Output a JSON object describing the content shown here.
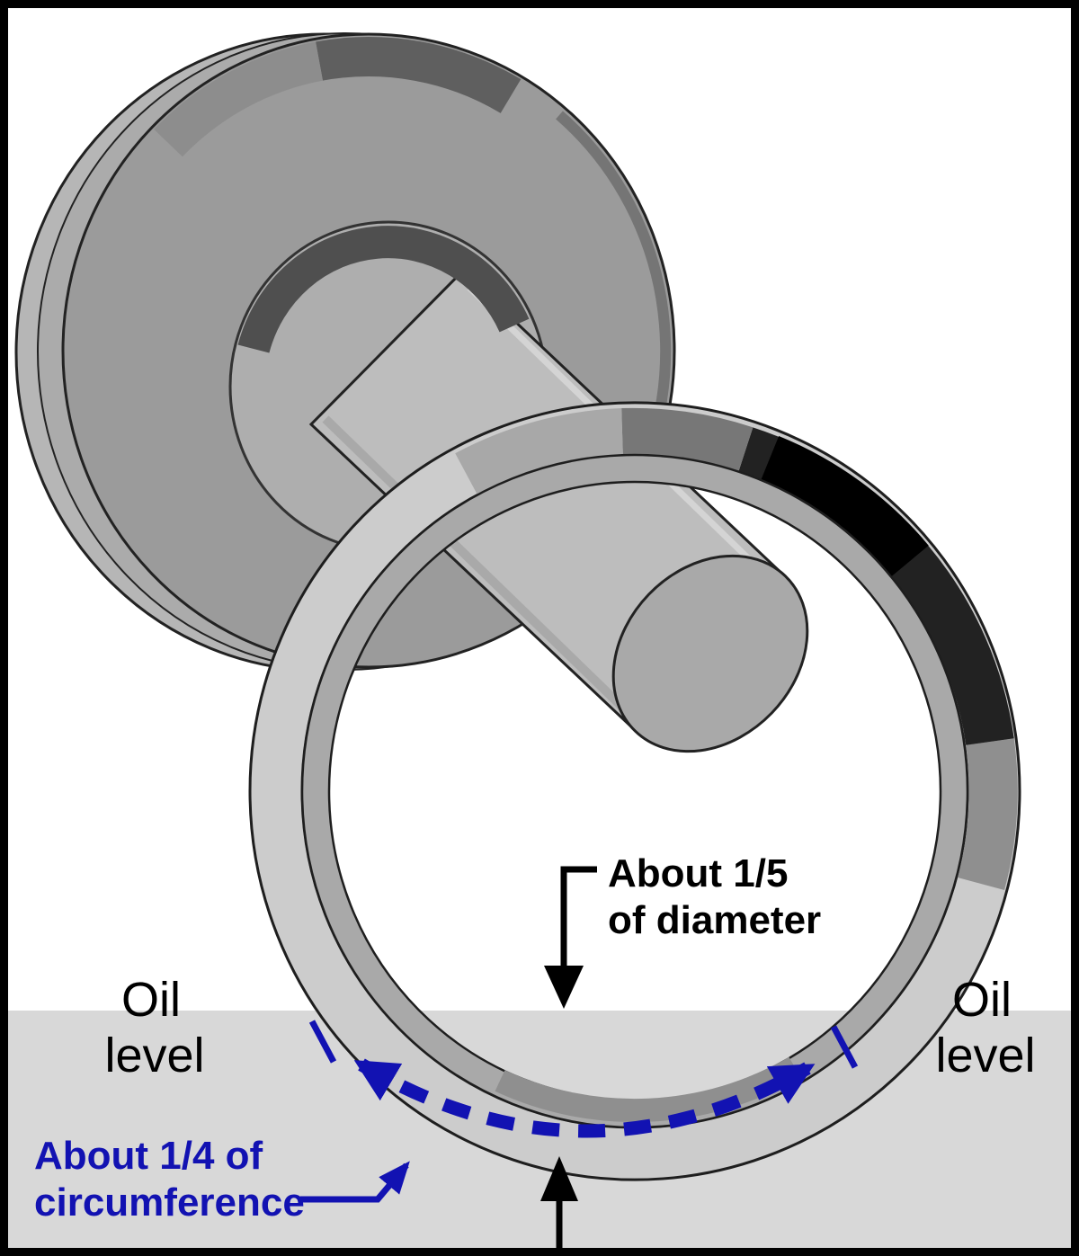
{
  "colors": {
    "annotation_blue": "#1212b2",
    "annotation_black": "#000000",
    "oil_fill": "#d8d8d8",
    "background": "#ffffff",
    "metal_light": "#cccccc",
    "metal_mid": "#9b9b9b",
    "metal_dark": "#1a1a1a"
  },
  "annotations": {
    "diameter": {
      "line1": "About 1/5",
      "line2": "of diameter"
    },
    "circumference": {
      "line1": "About 1/4 of",
      "line2": "circumference"
    },
    "oil_left": {
      "line1": "Oil",
      "line2": "level"
    },
    "oil_right": {
      "line1": "Oil",
      "line2": "level"
    }
  }
}
